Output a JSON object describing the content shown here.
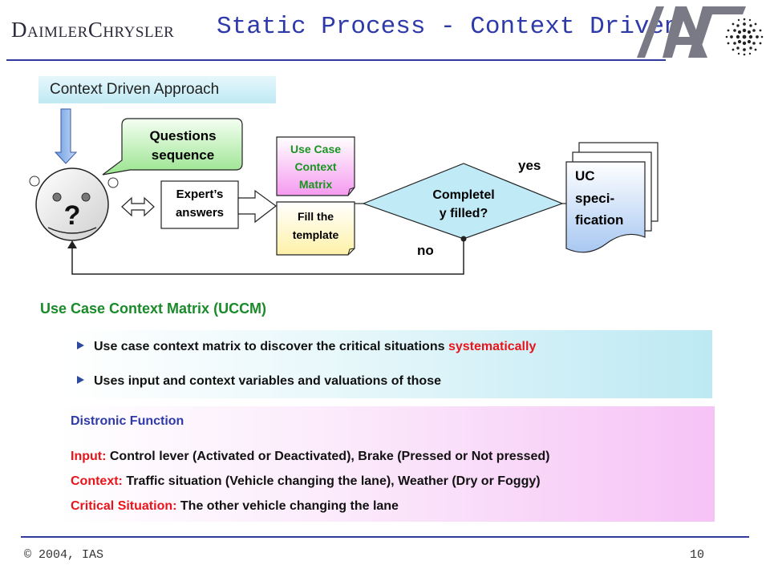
{
  "header": {
    "brand": "DaimlerChrysler",
    "title": "Static Process - Context Driven"
  },
  "diagram": {
    "approach_label": "Context Driven Approach",
    "questions_line1": "Questions",
    "questions_line2": "sequence",
    "face_mark": "?",
    "answers_line1": "Expert’s",
    "answers_line2": "answers",
    "matrix_line1": "Use Case",
    "matrix_line2": "Context",
    "matrix_line3": "Matrix",
    "template_line1": "Fill the",
    "template_line2": "template",
    "decision_line1": "Completel",
    "decision_line2": "y filled?",
    "yes_label": "yes",
    "no_label": "no",
    "spec_line1": "UC",
    "spec_line2": "speci-",
    "spec_line3": "fication"
  },
  "uccm": {
    "title": "Use Case Context Matrix (UCCM)",
    "bullet1_text": "Use case context matrix to discover the critical situations ",
    "bullet1_highlight": "systematically",
    "bullet2_text": "Uses input and context variables and valuations of those"
  },
  "distronic": {
    "title": "Distronic Function",
    "input_label": "Input:",
    "input_text": " Control lever (Activated or Deactivated), Brake (Pressed or Not pressed)",
    "context_label": "Context:",
    "context_text": " Traffic situation (Vehicle changing the lane), Weather (Dry or Foggy)",
    "critical_label": "Critical Situation:",
    "critical_text": " The other vehicle changing the lane"
  },
  "footer": {
    "copyright": "© 2004, IAS",
    "page_number": "10"
  },
  "colors": {
    "title_blue": "#2e3aa8",
    "section_green": "#1a8a2a",
    "highlight_red": "#e8141a"
  }
}
